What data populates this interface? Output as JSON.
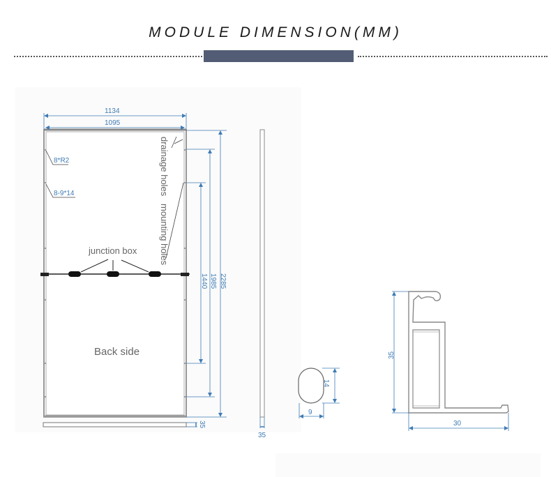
{
  "header": {
    "title": "MODULE DIMENSION(MM)"
  },
  "colors": {
    "accent_bar": "#525d75",
    "dimension_blue": "#3f7bb5",
    "outline_gray": "#777777"
  },
  "back_view": {
    "label": "Back side",
    "junction_box_label": "junction box",
    "drainage_label": "drainage holes",
    "mounting_label": "mounting holes",
    "corner_radius_note": "8*R2",
    "slot_note": "8-9*14",
    "width_outer": "1134",
    "width_inner": "1095",
    "height_total": "2285",
    "height_drainage": "1985",
    "height_mounting": "1440",
    "thickness_bottom": "35"
  },
  "side_view": {
    "thickness": "35"
  },
  "mounting_hole_detail": {
    "width": "9",
    "height": "14"
  },
  "frame_profile": {
    "height": "35",
    "width": "30"
  }
}
